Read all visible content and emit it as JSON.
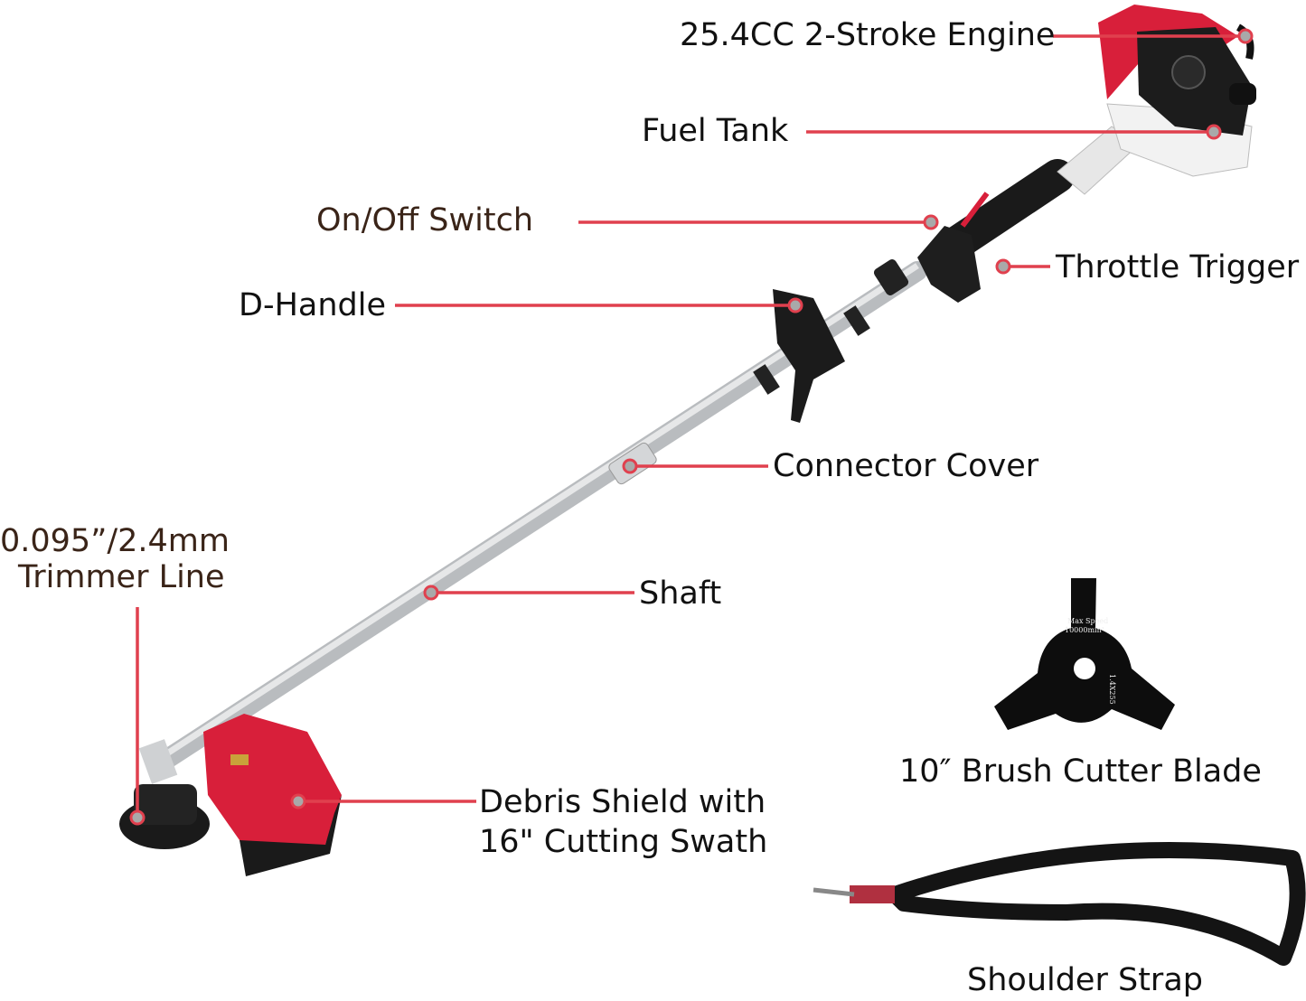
{
  "labels": {
    "engine": "25.4CC 2-Stroke Engine",
    "fuel_tank": "Fuel Tank",
    "on_off_switch": "On/Off Switch",
    "throttle_trigger": "Throttle Trigger",
    "d_handle": "D-Handle",
    "connector_cover": "Connector Cover",
    "shaft": "Shaft",
    "trimmer_line": [
      "0.095”/2.4mm",
      "Trimmer Line"
    ],
    "debris_shield": [
      "Debris Shield with",
      "16\" Cutting Swath"
    ],
    "brush_cutter_blade": "10″ Brush Cutter Blade",
    "shoulder_strap": "Shoulder Strap"
  },
  "blade_markings": {
    "speed": "Max Speed",
    "rpm": "10000min¹",
    "size": "1.4X255"
  },
  "colors": {
    "leader_line": "#e0404e",
    "product_red": "#d81f3a",
    "shaft_silver": "#c8cacc"
  }
}
